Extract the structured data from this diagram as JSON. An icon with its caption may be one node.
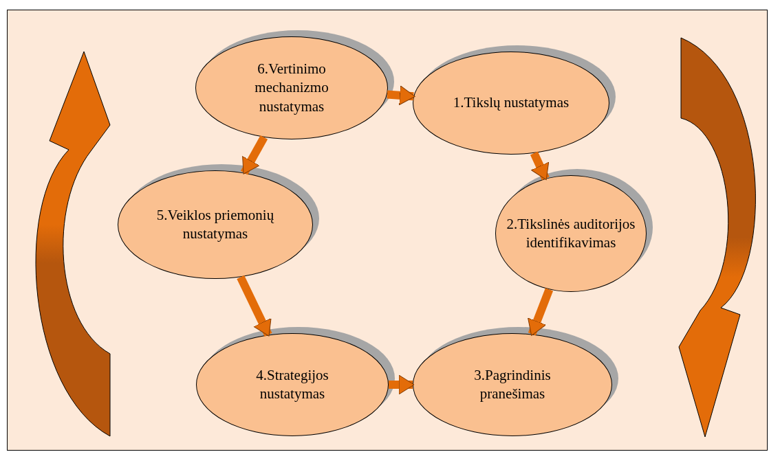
{
  "diagram": {
    "nodes": [
      {
        "text": [
          "6.Vertinimo mechanizmo nustatymas"
        ]
      },
      {
        "text": [
          "1.Tikslų nustatymas"
        ]
      },
      {
        "text": [
          "5.Veiklos priemonių nustatymas"
        ]
      },
      {
        "text": [
          "2.Tikslinės auditorijos identifikavimas"
        ]
      },
      {
        "text": [
          "4.Strategijos nustatymas"
        ]
      },
      {
        "text": [
          "3.Pagrindinis pranešimas"
        ]
      }
    ],
    "edges": [
      {
        "from": 0,
        "to": 1,
        "arrow": "to"
      },
      {
        "from": 1,
        "to": 3,
        "arrow": "to"
      },
      {
        "from": 3,
        "to": 5,
        "arrow": "to"
      },
      {
        "from": 4,
        "to": 5,
        "arrow": "to"
      },
      {
        "from": 0,
        "to": 2,
        "arrow": "to"
      },
      {
        "from": 2,
        "to": 4,
        "arrow": "to"
      }
    ]
  }
}
